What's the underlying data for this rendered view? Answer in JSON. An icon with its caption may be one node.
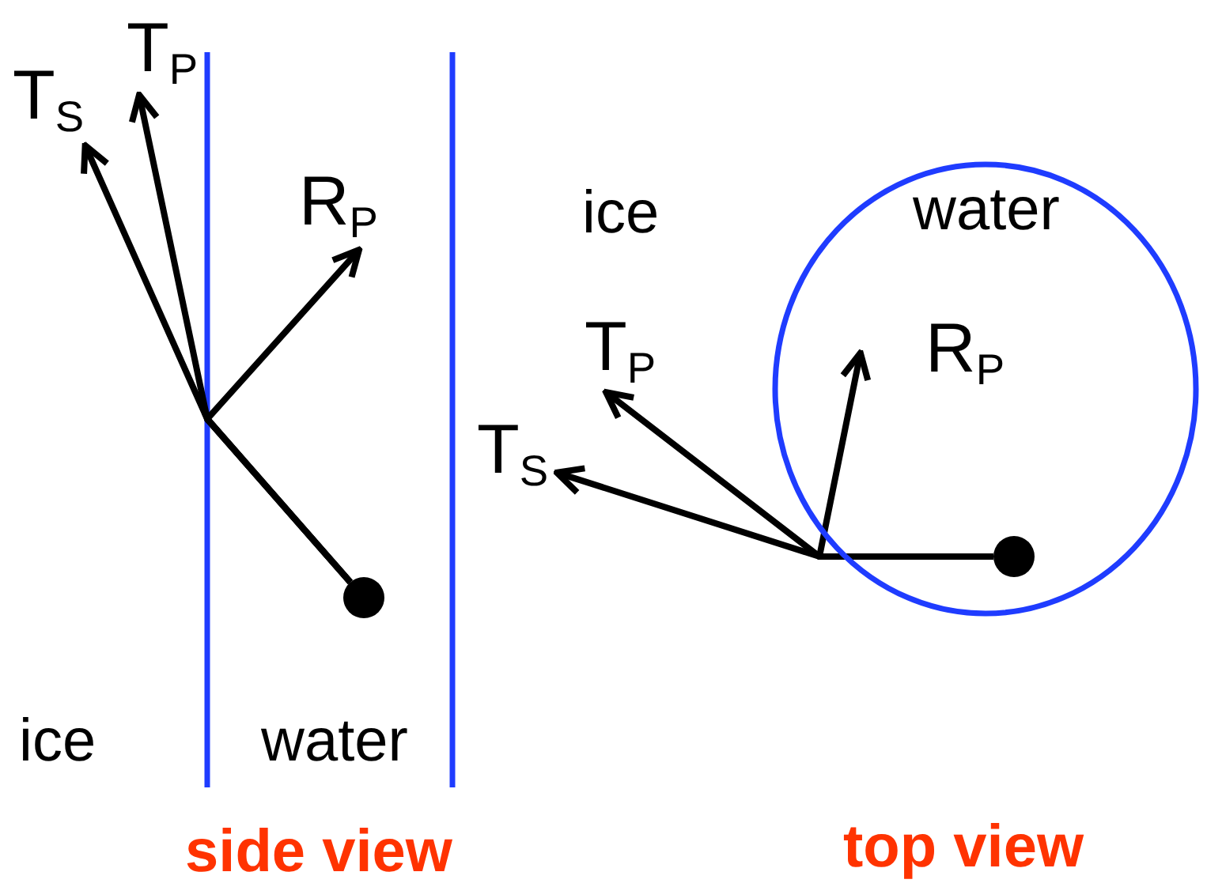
{
  "diagram": {
    "nodes": [
      {
        "text": [
          "T$_{S}$"
        ]
      },
      {
        "text": [
          "T$_{P}$"
        ]
      },
      {
        "text": [
          "R$_{P}$"
        ]
      },
      {
        "text": [],
        "shape": "circle"
      },
      {
        "text": [
          "water"
        ]
      },
      {
        "text": [
          "T$_{P}$"
        ]
      },
      {
        "text": [
          "T$_{S}$"
        ]
      },
      {
        "text": [
          "R$_{P}$"
        ],
        "in": 4
      },
      {
        "text": [],
        "shape": "circle",
        "in": 4
      }
    ],
    "edges": [
      {
        "from": 3,
        "to": 0,
        "arrow": "to"
      },
      {
        "from": 3,
        "to": 1,
        "arrow": "to"
      },
      {
        "from": 3,
        "to": 2,
        "arrow": "to"
      },
      {
        "from": 8,
        "to": 6,
        "arrow": "to"
      },
      {
        "from": 8,
        "to": 5,
        "arrow": "to"
      },
      {
        "from": 8,
        "to": 7,
        "arrow": "to"
      }
    ],
    "labels": [
      "ice",
      "ice",
      "water",
      "side view",
      "top view"
    ]
  }
}
